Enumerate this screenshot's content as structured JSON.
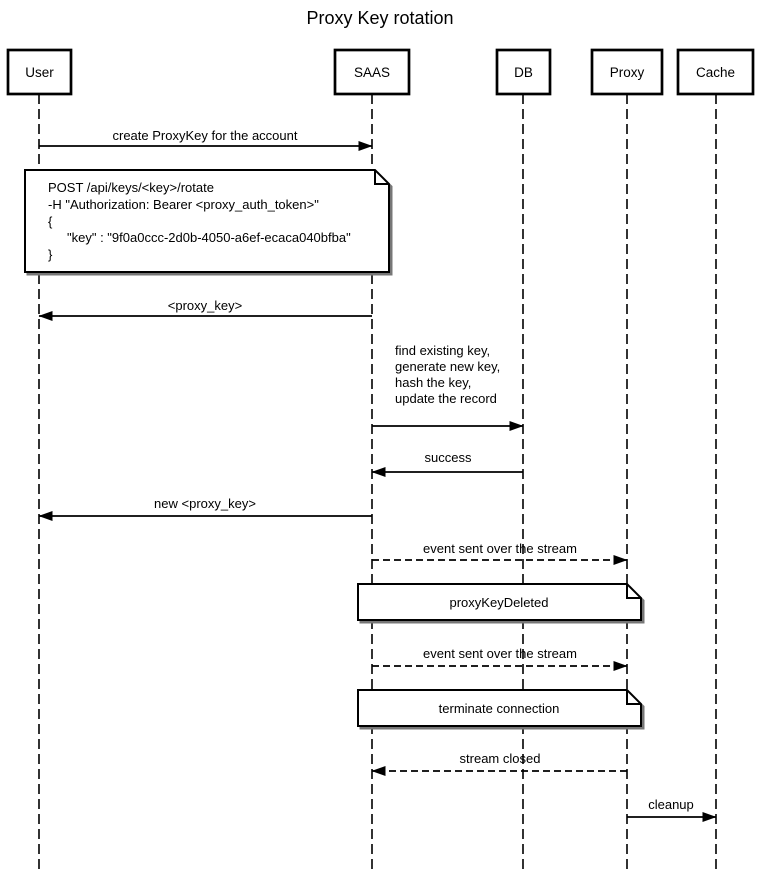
{
  "title": "Proxy Key rotation",
  "actors": [
    {
      "name": "User"
    },
    {
      "name": "SAAS"
    },
    {
      "name": "DB"
    },
    {
      "name": "Proxy"
    },
    {
      "name": "Cache"
    }
  ],
  "messages": [
    {
      "from": "User",
      "to": "SAAS",
      "type": "solid",
      "label": "create ProxyKey for the account"
    },
    {
      "from": "SAAS",
      "to": "User",
      "type": "solid",
      "label": "<proxy_key>"
    },
    {
      "from": "SAAS",
      "to": "DB",
      "type": "solid",
      "lines": [
        "find existing key,",
        "generate new key,",
        "hash the key,",
        "update the record"
      ]
    },
    {
      "from": "DB",
      "to": "SAAS",
      "type": "solid",
      "label": "success"
    },
    {
      "from": "SAAS",
      "to": "User",
      "type": "solid",
      "label": "new <proxy_key>"
    },
    {
      "from": "SAAS",
      "to": "Proxy",
      "type": "dashed",
      "label": "event sent over the stream"
    },
    {
      "from": "SAAS",
      "to": "Proxy",
      "type": "dashed",
      "label": "event sent over the stream"
    },
    {
      "from": "Proxy",
      "to": "SAAS",
      "type": "dashed",
      "label": "stream closed"
    },
    {
      "from": "Proxy",
      "to": "Cache",
      "type": "solid",
      "label": "cleanup"
    }
  ],
  "notes": [
    {
      "over": "User,SAAS",
      "lines": [
        "POST /api/keys/<key>/rotate",
        "-H \"Authorization: Bearer <proxy_auth_token>\"",
        "{",
        "\"key\" : \"9f0a0ccc-2d0b-4050-a6ef-ecaca040bfba\"",
        "}"
      ]
    },
    {
      "over": "SAAS,Proxy",
      "label": "proxyKeyDeleted"
    },
    {
      "over": "SAAS,Proxy",
      "label": "terminate connection"
    }
  ],
  "colors": {
    "line": "#000000",
    "text": "#000000",
    "background": "#ffffff",
    "note_fill": "#ffffff"
  }
}
